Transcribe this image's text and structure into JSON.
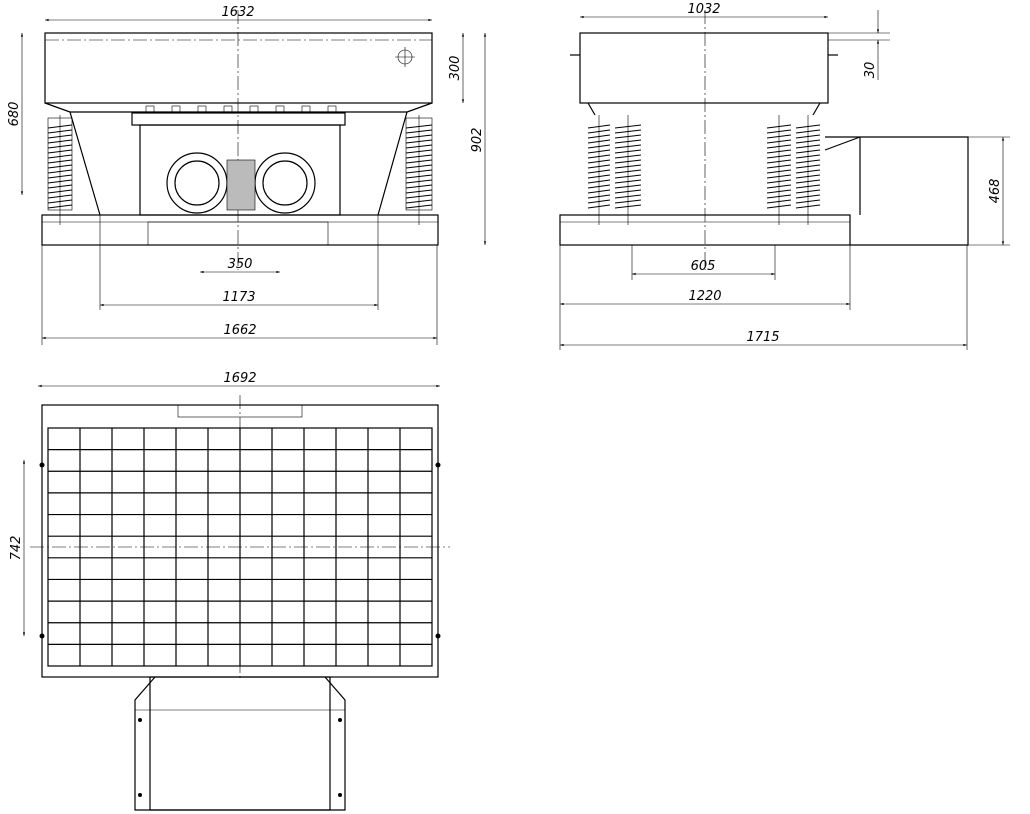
{
  "drawing": {
    "front_view": {
      "dimensions": {
        "top_width": "1632",
        "height_to_top": "680",
        "box_height": "300",
        "total_height": "902",
        "motor_spacing": "350",
        "support_span": "1173",
        "base_width": "1662"
      }
    },
    "side_view": {
      "dimensions": {
        "top_width": "1032",
        "lip": "30",
        "chute_height": "468",
        "spring_spacing": "605",
        "base_width": "1220",
        "overall_width": "1715"
      }
    },
    "plan_view": {
      "dimensions": {
        "overall_width": "1692",
        "grid_depth": "742"
      },
      "grid_columns": 12,
      "grid_rows": 11
    }
  }
}
